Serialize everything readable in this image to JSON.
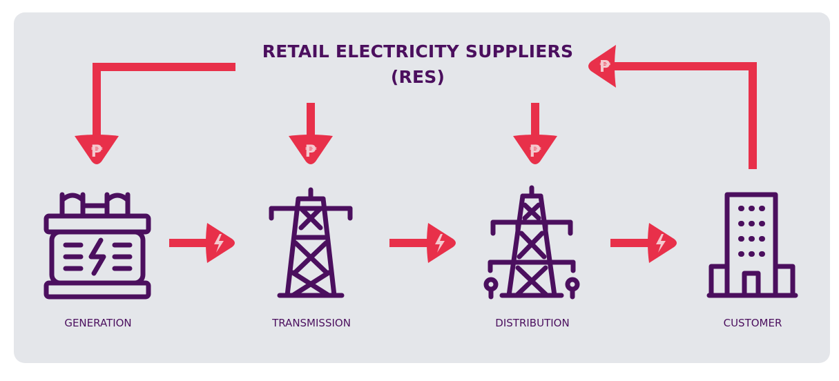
{
  "title": {
    "line1": "RETAIL ELECTRICITY SUPPLIERS",
    "line2": "(RES)"
  },
  "nodes": [
    {
      "id": "generation",
      "label": "GENERATION",
      "icon": "power-generator-icon"
    },
    {
      "id": "transmission",
      "label": "TRANSMISSION",
      "icon": "transmission-tower-icon"
    },
    {
      "id": "distribution",
      "label": "DISTRIBUTION",
      "icon": "distribution-pylon-icon"
    },
    {
      "id": "customer",
      "label": "CUSTOMER",
      "icon": "office-building-icon"
    }
  ],
  "payment_symbol": "₱",
  "colors": {
    "background": "#e4e6ea",
    "accent": "#e8304a",
    "primary": "#4b0f5e",
    "glyph": "#f4c9cf"
  }
}
